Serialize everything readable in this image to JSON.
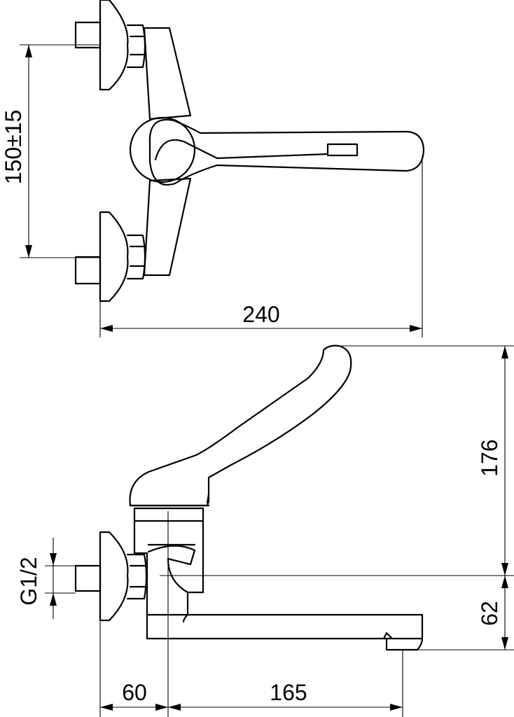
{
  "dimensions": {
    "inlet_spacing": "150±15",
    "overall_width": "240",
    "handle_height": "176",
    "spout_height": "62",
    "thread_size": "G1/2",
    "wall_to_inlet": "60",
    "spout_reach": "165"
  }
}
